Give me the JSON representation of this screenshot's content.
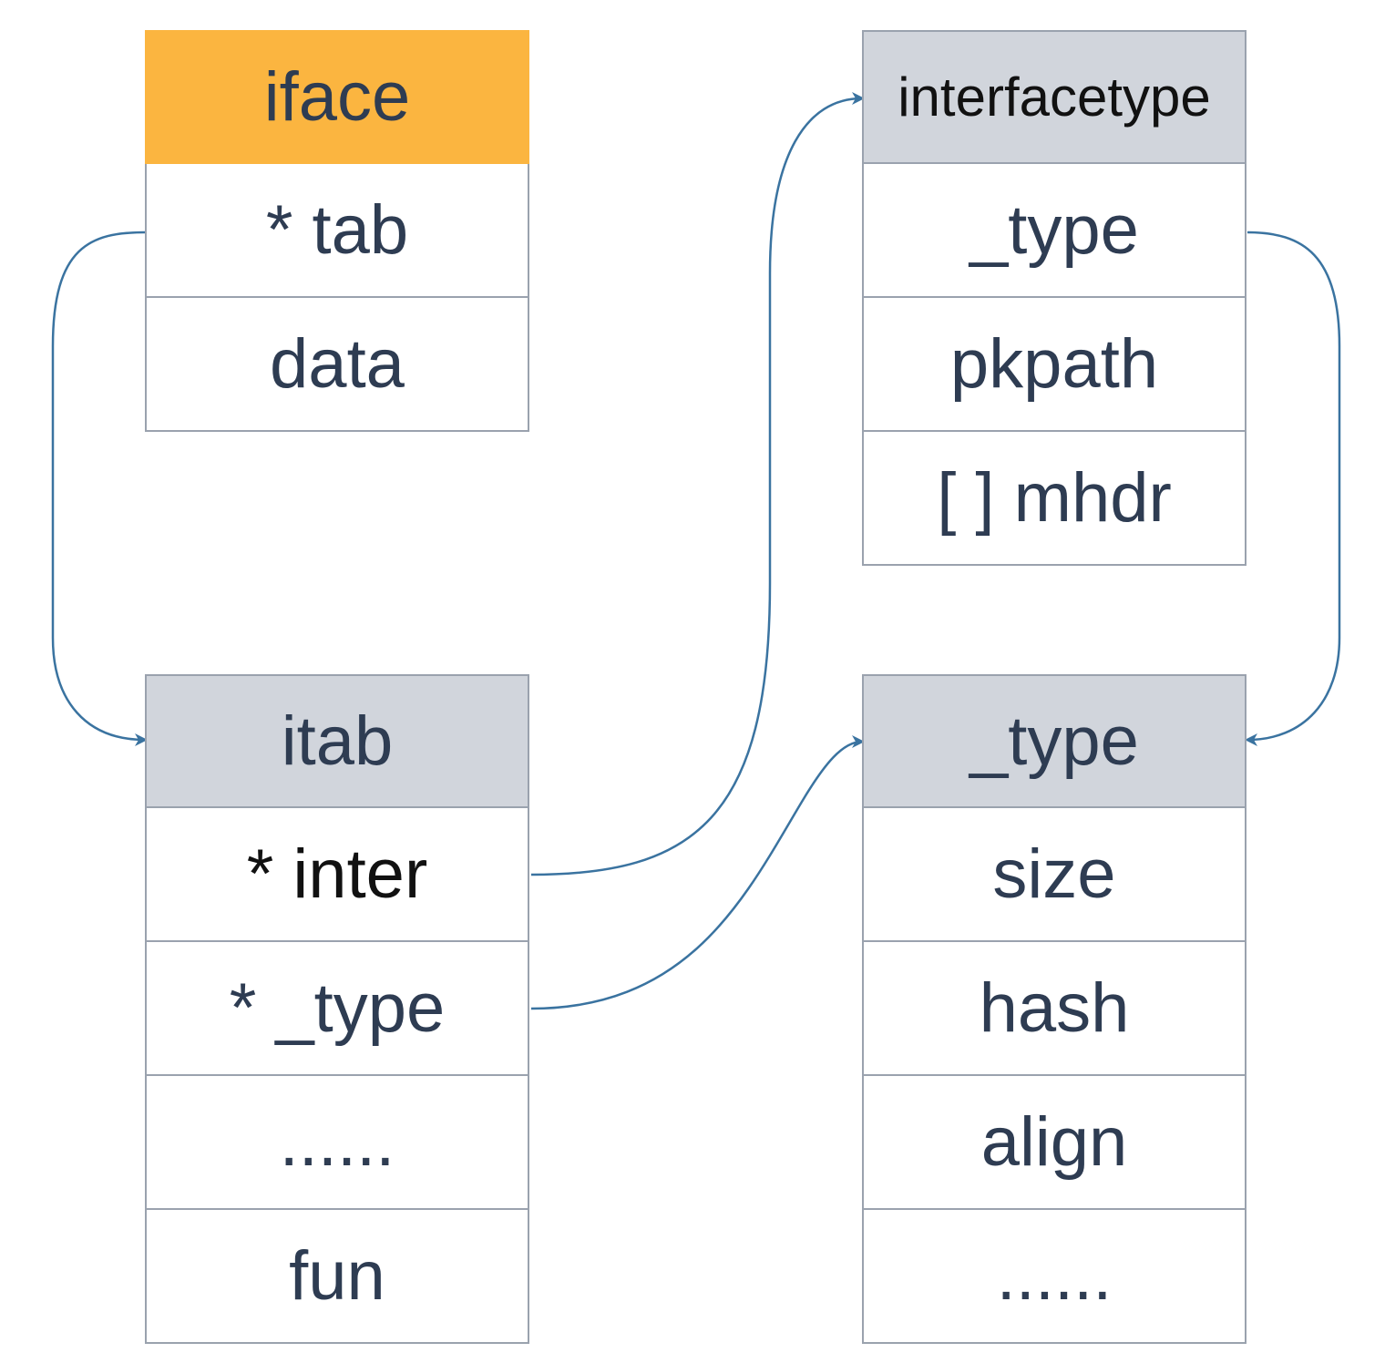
{
  "structs": {
    "iface": {
      "title": "iface",
      "fields": [
        "* tab",
        "data"
      ]
    },
    "itab": {
      "title": "itab",
      "fields": [
        "* inter",
        "* _type",
        "......",
        "fun"
      ]
    },
    "interfacetype": {
      "title": "interfacetype",
      "fields": [
        "_type",
        "pkpath",
        "[ ] mhdr"
      ]
    },
    "type": {
      "title": "_type",
      "fields": [
        "size",
        "hash",
        "align",
        "......"
      ]
    }
  },
  "colors": {
    "header_accent": "#fbb540",
    "header_gray": "#d1d5dc",
    "arrow": "#3a73a0",
    "text": "#2e3c52"
  }
}
